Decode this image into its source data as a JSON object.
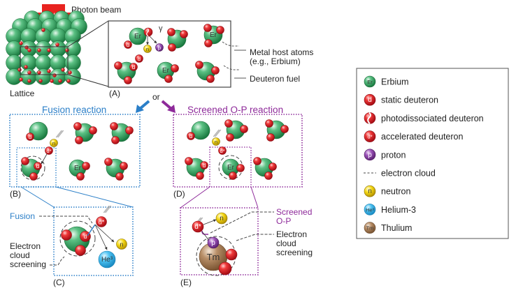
{
  "colors": {
    "erbium": "#2fa05a",
    "deuteron": "#e0222a",
    "proton": "#8a3fa8",
    "neutron": "#f2d012",
    "helium3": "#3ab8ee",
    "thulium": "#a7805c",
    "photon": "#e8231f",
    "fusion_blue": "#2b7fc8",
    "screened_purple": "#8e2a9a",
    "gray_line": "#555555"
  },
  "top": {
    "photon_beam_label": "Photon beam",
    "gamma_symbol": "γ",
    "lattice_label": "Lattice",
    "panel_a_label": "(A)",
    "or_label": "or",
    "callout_metal": "Metal host atoms",
    "callout_metal_sub": "(e.g., Erbium)",
    "callout_deuteron": "Deuteron fuel"
  },
  "atom_symbols": {
    "erbium": "Er",
    "deuteron": "d",
    "accelerated_deuteron": "d*",
    "proton": "p",
    "neutron": "n",
    "helium3": "He³",
    "thulium": "Tm"
  },
  "fusion": {
    "title": "Fusion reaction",
    "panel_b_label": "(B)",
    "panel_c_label": "(C)",
    "fusion_label": "Fusion",
    "screening_label_1": "Electron",
    "screening_label_2": "cloud",
    "screening_label_3": "screening"
  },
  "screened": {
    "title": "Screened O-P reaction",
    "panel_d_label": "(D)",
    "panel_e_label": "(E)",
    "op_label_1": "Screened",
    "op_label_2": "O-P",
    "screening_label_1": "Electron",
    "screening_label_2": "cloud",
    "screening_label_3": "screening"
  },
  "legend": {
    "items": [
      {
        "icon": "erbium-icon",
        "symbol": "Er",
        "label": "Erbium"
      },
      {
        "icon": "static-deuteron-icon",
        "symbol": "d",
        "label": "static deuteron"
      },
      {
        "icon": "photodissociated-deuteron-icon",
        "symbol": "",
        "label": "photodissociated deuteron"
      },
      {
        "icon": "accelerated-deuteron-icon",
        "symbol": "d*",
        "label": "accelerated deuteron"
      },
      {
        "icon": "proton-icon",
        "symbol": "p",
        "label": "proton"
      },
      {
        "icon": "electron-cloud-icon",
        "symbol": "",
        "label": "electron cloud"
      },
      {
        "icon": "neutron-icon",
        "symbol": "n",
        "label": "neutron"
      },
      {
        "icon": "helium3-icon",
        "symbol": "He³",
        "label": "Helium-3"
      },
      {
        "icon": "thulium-icon",
        "symbol": "Tm",
        "label": "Thulium"
      }
    ]
  }
}
